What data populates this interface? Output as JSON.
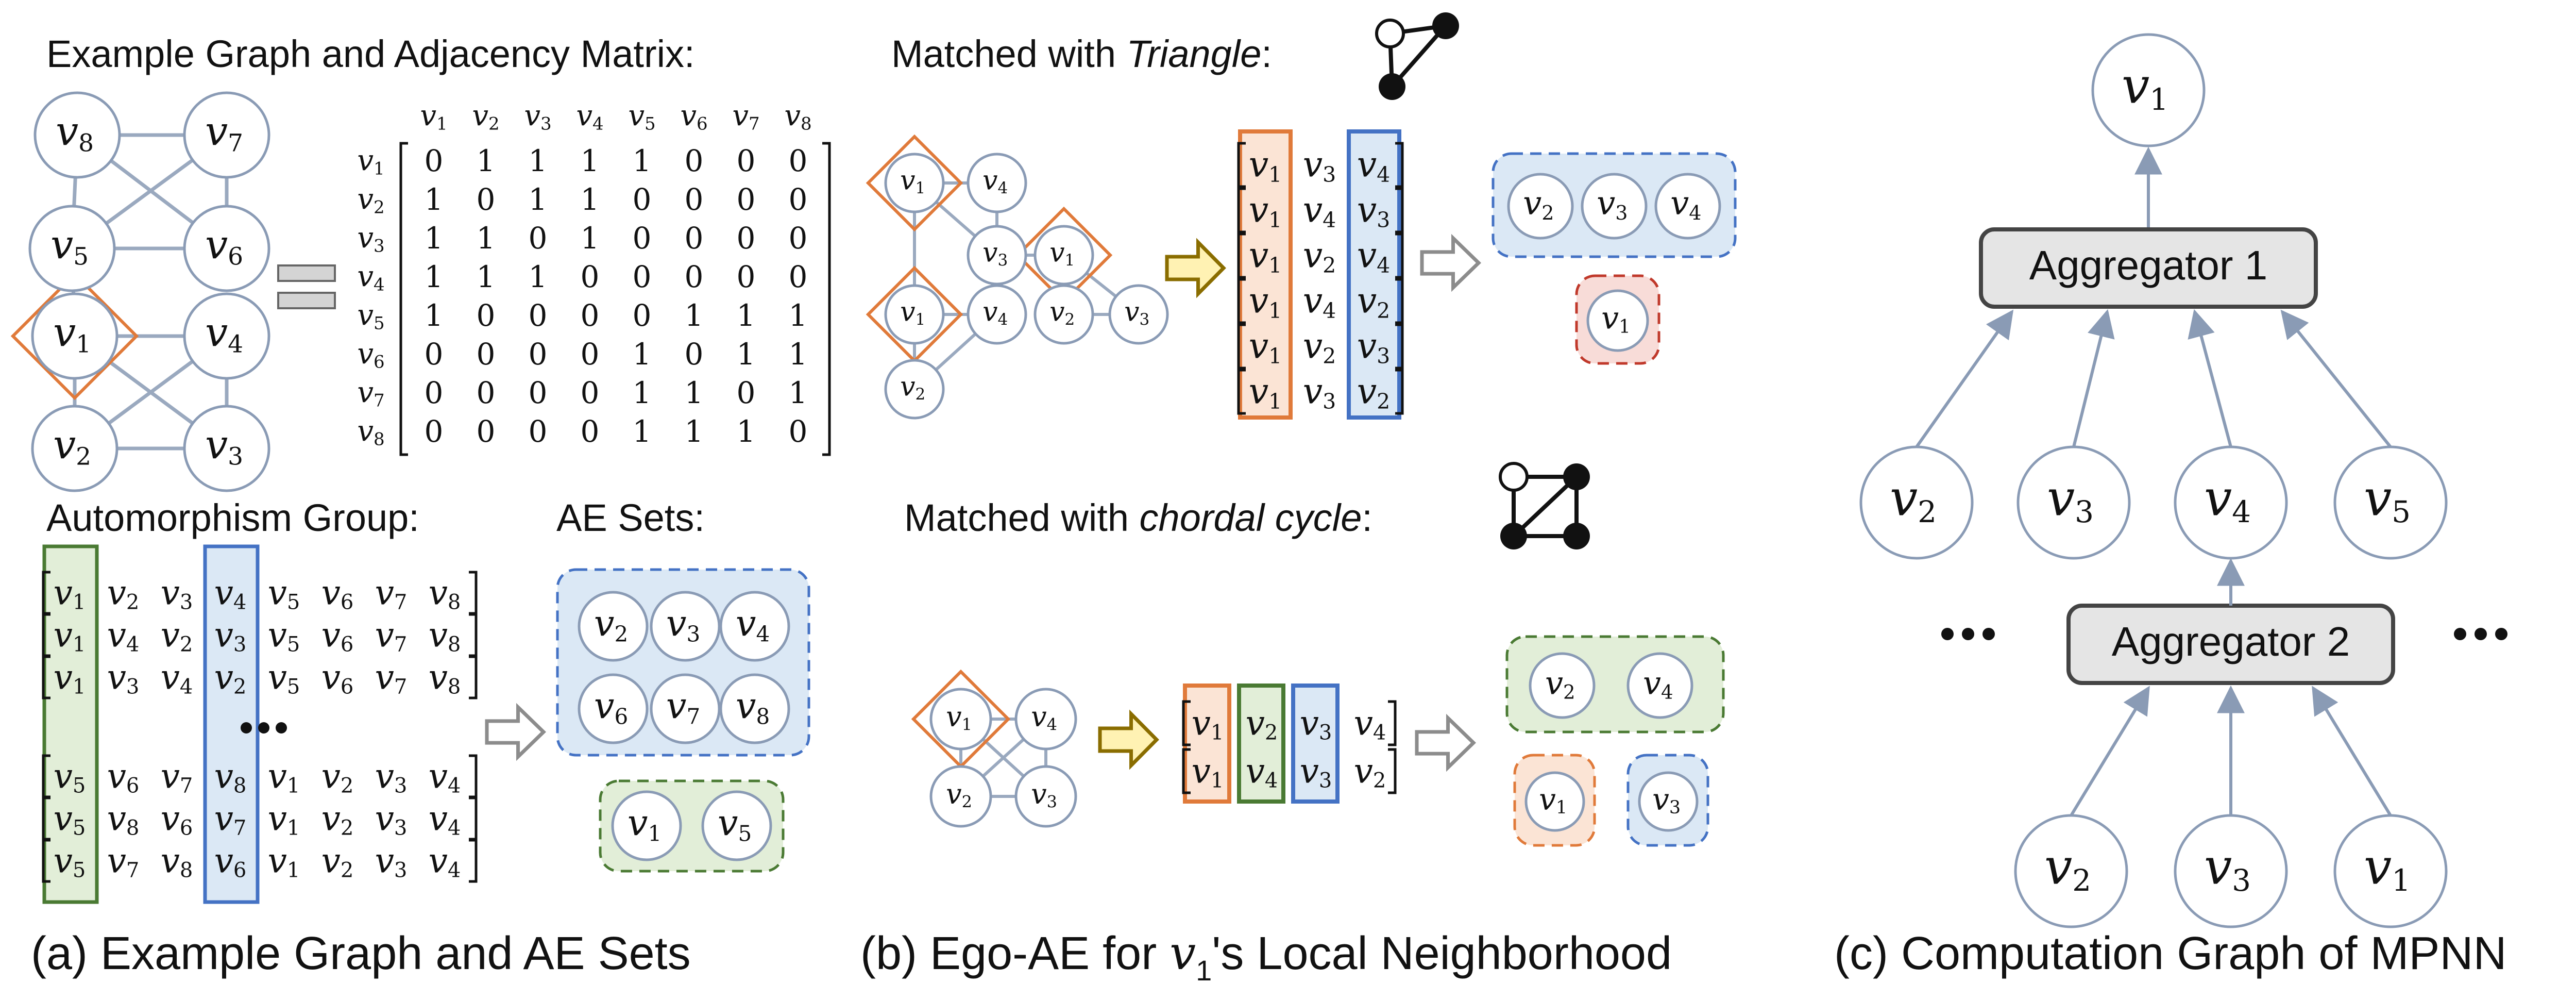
{
  "panel_a": {
    "title_graph": "Example Graph and Adjacency Matrix:",
    "title_auto": "Automorphism Group:",
    "title_ae": "AE Sets:",
    "matrix_cols": [
      "1",
      "2",
      "3",
      "4",
      "5",
      "6",
      "7",
      "8"
    ],
    "matrix_rows": [
      {
        "label": "1",
        "values": "0 1 1 1 1 0 0 0"
      },
      {
        "label": "2",
        "values": "1 0 1 1 0 0 0 0"
      },
      {
        "label": "3",
        "values": "1 1 0 1 0 0 0 0"
      },
      {
        "label": "4",
        "values": "1 1 1 0 0 0 0 0"
      },
      {
        "label": "5",
        "values": "1 0 0 0 0 1 1 1"
      },
      {
        "label": "6",
        "values": "0 0 0 0 1 0 1 1"
      },
      {
        "label": "7",
        "values": "0 0 0 0 1 1 0 1"
      },
      {
        "label": "8",
        "values": "0 0 0 0 1 1 1 0"
      }
    ],
    "graph_nodes": [
      "8",
      "7",
      "5",
      "6",
      "1",
      "4",
      "2",
      "3"
    ],
    "automorphisms": [
      [
        "1",
        "2",
        "3",
        "4",
        "5",
        "6",
        "7",
        "8"
      ],
      [
        "1",
        "4",
        "2",
        "3",
        "5",
        "6",
        "7",
        "8"
      ],
      [
        "1",
        "3",
        "4",
        "2",
        "5",
        "6",
        "7",
        "8"
      ],
      [
        "5",
        "6",
        "7",
        "8",
        "1",
        "2",
        "3",
        "4"
      ],
      [
        "5",
        "8",
        "6",
        "7",
        "1",
        "2",
        "3",
        "4"
      ],
      [
        "5",
        "7",
        "8",
        "6",
        "1",
        "2",
        "3",
        "4"
      ]
    ],
    "ellipsis": "•••",
    "ae_set_1": [
      "2",
      "3",
      "4",
      "6",
      "7",
      "8"
    ],
    "ae_set_2": [
      "1",
      "5"
    ],
    "caption": "(a) Example Graph and AE Sets"
  },
  "panel_b": {
    "title_tri_prefix": "Matched with ",
    "title_tri_italic": "Triangle",
    "title_tri_suffix": ":",
    "title_cc_prefix": "Matched with ",
    "title_cc_italic": "chordal cycle",
    "title_cc_suffix": ":",
    "tri_nodes": [
      "1",
      "4",
      "3",
      "1",
      "2",
      "3",
      "1",
      "4",
      "2"
    ],
    "tri_perms": [
      [
        "1",
        "3",
        "4"
      ],
      [
        "1",
        "4",
        "3"
      ],
      [
        "1",
        "2",
        "4"
      ],
      [
        "1",
        "4",
        "2"
      ],
      [
        "1",
        "2",
        "3"
      ],
      [
        "1",
        "3",
        "2"
      ]
    ],
    "tri_set_1": [
      "2",
      "3",
      "4"
    ],
    "tri_set_2": [
      "1"
    ],
    "cc_nodes": [
      "1",
      "4",
      "2",
      "3"
    ],
    "cc_perms": [
      [
        "1",
        "2",
        "3",
        "4"
      ],
      [
        "1",
        "4",
        "3",
        "2"
      ]
    ],
    "cc_set_1": [
      "2",
      "4"
    ],
    "cc_set_2": [
      "1"
    ],
    "cc_set_3": [
      "3"
    ],
    "caption_prefix": "(b) Ego-AE for ",
    "caption_var": "1",
    "caption_suffix": "'s Local Neighborhood"
  },
  "panel_c": {
    "root": "1",
    "agg1": "Aggregator 1",
    "agg2": "Aggregator 2",
    "level2": [
      "2",
      "3",
      "4",
      "5"
    ],
    "level3": [
      "2",
      "3",
      "1"
    ],
    "ellipsis": "•••",
    "caption": "(c) Computation Graph of MPNN"
  },
  "colors": {
    "node_stroke": "#8a9bb5",
    "edge": "#9aa9bf",
    "orange": "#e07a3a",
    "blue": "#4472c4",
    "green": "#4a7a33",
    "red": "#c0392b",
    "blue_fill": "#dbe8f5",
    "green_fill": "#e2eed8",
    "orange_fill": "#fbe4d5",
    "red_fill": "#f8dcd8",
    "gold_arrow": "#8a6d00",
    "gold_fill": "#fff2b3",
    "agg_fill": "#e5e5e5"
  }
}
